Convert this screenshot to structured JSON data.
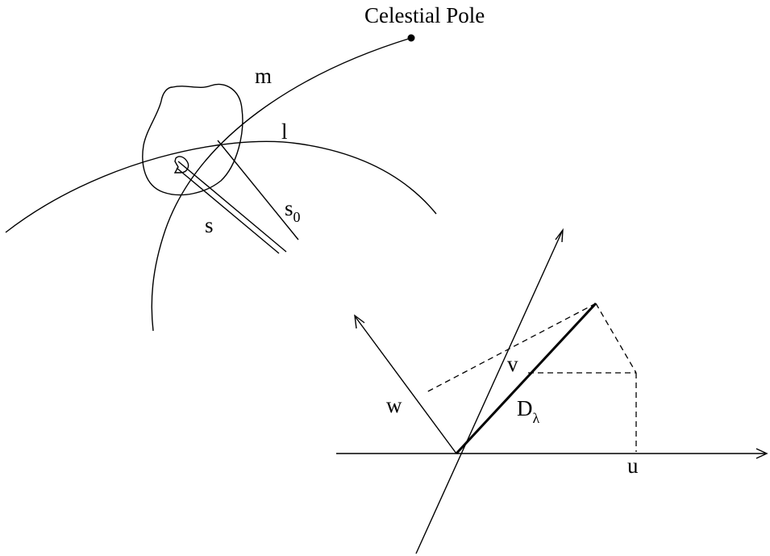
{
  "diagram": {
    "pole_label": "Celestial Pole",
    "m_label": "m",
    "l_label": "l",
    "s_label": "s",
    "s0_label": "s",
    "s0_subscript": "0",
    "u_label": "u",
    "v_label": "v",
    "w_label": "w",
    "d_label": "D",
    "d_subscript": "λ"
  },
  "colors": {
    "ink": "#000000",
    "background": "#ffffff"
  }
}
